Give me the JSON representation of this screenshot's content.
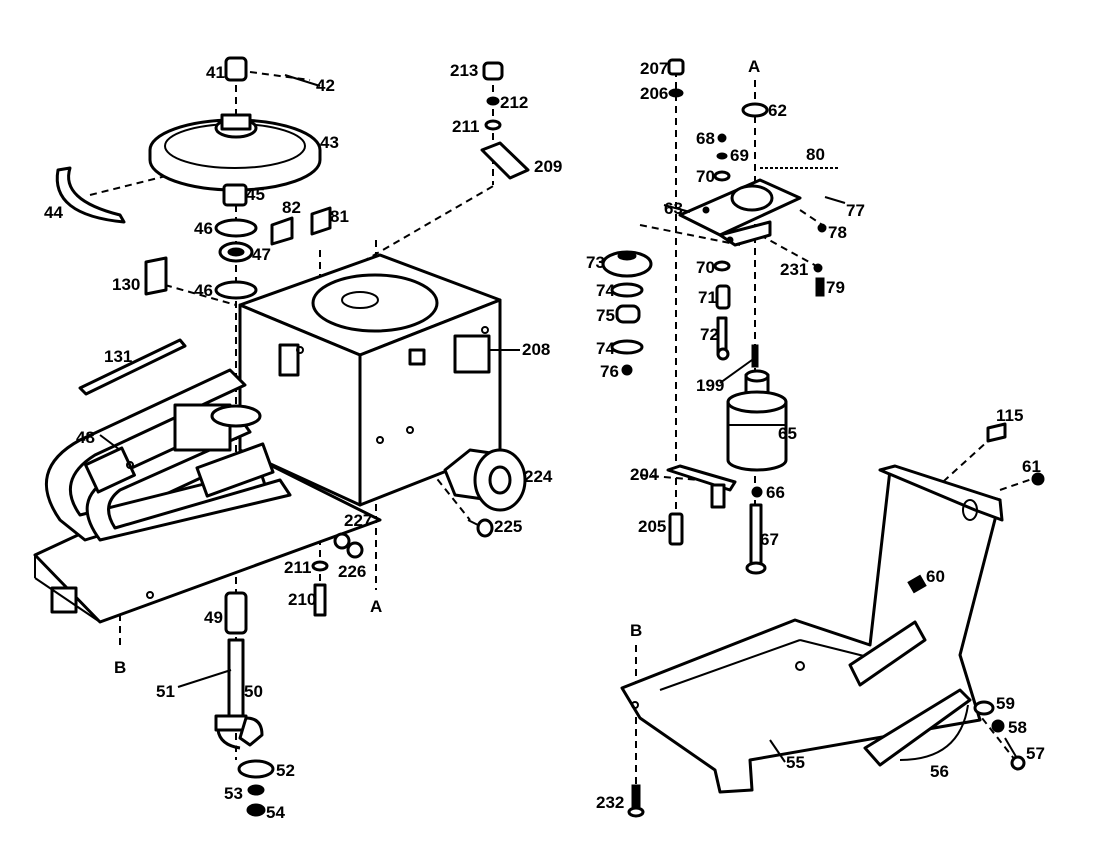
{
  "diagram": {
    "section_markers": {
      "a_top": "A",
      "a_bottom": "A",
      "b_left": "B",
      "b_right": "B"
    },
    "labels": [
      {
        "id": "p41",
        "text": "41"
      },
      {
        "id": "p42",
        "text": "42"
      },
      {
        "id": "p43",
        "text": "43"
      },
      {
        "id": "p44",
        "text": "44"
      },
      {
        "id": "p45",
        "text": "45"
      },
      {
        "id": "p46a",
        "text": "46"
      },
      {
        "id": "p47",
        "text": "47"
      },
      {
        "id": "p46b",
        "text": "46"
      },
      {
        "id": "p82",
        "text": "82"
      },
      {
        "id": "p81",
        "text": "81"
      },
      {
        "id": "p130",
        "text": "130"
      },
      {
        "id": "p131",
        "text": "131"
      },
      {
        "id": "p48",
        "text": "48"
      },
      {
        "id": "p208",
        "text": "208"
      },
      {
        "id": "p213",
        "text": "213"
      },
      {
        "id": "p212",
        "text": "212"
      },
      {
        "id": "p211a",
        "text": "211"
      },
      {
        "id": "p209",
        "text": "209"
      },
      {
        "id": "p224",
        "text": "224"
      },
      {
        "id": "p225",
        "text": "225"
      },
      {
        "id": "p227",
        "text": "227"
      },
      {
        "id": "p226",
        "text": "226"
      },
      {
        "id": "p211b",
        "text": "211"
      },
      {
        "id": "p210",
        "text": "210"
      },
      {
        "id": "p49",
        "text": "49"
      },
      {
        "id": "p51",
        "text": "51"
      },
      {
        "id": "p50",
        "text": "50"
      },
      {
        "id": "p52",
        "text": "52"
      },
      {
        "id": "p53",
        "text": "53"
      },
      {
        "id": "p54",
        "text": "54"
      },
      {
        "id": "p207",
        "text": "207"
      },
      {
        "id": "p206",
        "text": "206"
      },
      {
        "id": "p62",
        "text": "62"
      },
      {
        "id": "p68",
        "text": "68"
      },
      {
        "id": "p69",
        "text": "69"
      },
      {
        "id": "p80",
        "text": "80"
      },
      {
        "id": "p70a",
        "text": "70"
      },
      {
        "id": "p63",
        "text": "63"
      },
      {
        "id": "p77",
        "text": "77"
      },
      {
        "id": "p78",
        "text": "78"
      },
      {
        "id": "p73",
        "text": "73"
      },
      {
        "id": "p70b",
        "text": "70"
      },
      {
        "id": "p231",
        "text": "231"
      },
      {
        "id": "p79",
        "text": "79"
      },
      {
        "id": "p74a",
        "text": "74"
      },
      {
        "id": "p71",
        "text": "71"
      },
      {
        "id": "p75",
        "text": "75"
      },
      {
        "id": "p72",
        "text": "72"
      },
      {
        "id": "p74b",
        "text": "74"
      },
      {
        "id": "p76",
        "text": "76"
      },
      {
        "id": "p199",
        "text": "199"
      },
      {
        "id": "p65",
        "text": "65"
      },
      {
        "id": "p204",
        "text": "204"
      },
      {
        "id": "p66",
        "text": "66"
      },
      {
        "id": "p205",
        "text": "205"
      },
      {
        "id": "p67",
        "text": "67"
      },
      {
        "id": "p115",
        "text": "115"
      },
      {
        "id": "p61",
        "text": "61"
      },
      {
        "id": "p60",
        "text": "60"
      },
      {
        "id": "p59",
        "text": "59"
      },
      {
        "id": "p58",
        "text": "58"
      },
      {
        "id": "p57",
        "text": "57"
      },
      {
        "id": "p55",
        "text": "55"
      },
      {
        "id": "p56",
        "text": "56"
      },
      {
        "id": "p232",
        "text": "232"
      }
    ]
  }
}
